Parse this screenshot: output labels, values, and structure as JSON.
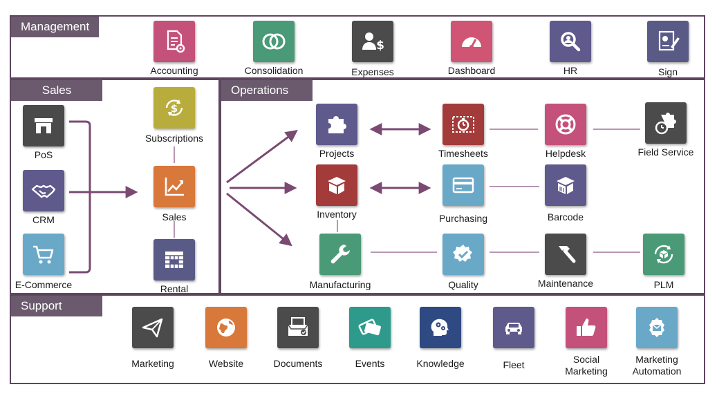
{
  "sections": {
    "management": "Management",
    "sales": "Sales",
    "operations": "Operations",
    "support": "Support"
  },
  "apps": {
    "accounting": {
      "label": "Accounting",
      "color": "#c4517a",
      "icon": "document-gear-icon"
    },
    "consolidation": {
      "label": "Consolidation",
      "color": "#4a9a78",
      "icon": "overlap-circles-icon"
    },
    "expenses": {
      "label": "Expenses",
      "color": "#4b4b4b",
      "icon": "person-dollar-icon"
    },
    "dashboard": {
      "label": "Dashboard",
      "color": "#d05574",
      "icon": "gauge-icon"
    },
    "hr": {
      "label": "HR",
      "color": "#5f5a8c",
      "icon": "magnifier-icon"
    },
    "sign": {
      "label": "Sign",
      "color": "#5a5a86",
      "icon": "signature-icon"
    },
    "pos": {
      "label": "PoS",
      "color": "#4a4a4a",
      "icon": "shop-icon"
    },
    "crm": {
      "label": "CRM",
      "color": "#5f5a8c",
      "icon": "handshake-icon"
    },
    "ecommerce": {
      "label": "E-Commerce",
      "color": "#6aa8c8",
      "icon": "cart-icon"
    },
    "subscriptions": {
      "label": "Subscriptions",
      "color": "#b8ad3c",
      "icon": "dollar-cycle-icon"
    },
    "sales": {
      "label": "Sales",
      "color": "#d8783a",
      "icon": "chart-up-icon"
    },
    "rental": {
      "label": "Rental",
      "color": "#5a5a86",
      "icon": "calendar-grid-icon"
    },
    "projects": {
      "label": "Projects",
      "color": "#5f5a8c",
      "icon": "puzzle-icon"
    },
    "timesheets": {
      "label": "Timesheets",
      "color": "#a33b3b",
      "icon": "timer-icon"
    },
    "helpdesk": {
      "label": "Helpdesk",
      "color": "#c4517a",
      "icon": "lifebuoy-icon"
    },
    "fieldservice": {
      "label": "Field Service",
      "color": "#4b4b4b",
      "icon": "puzzle-clock-icon"
    },
    "inventory": {
      "label": "Inventory",
      "color": "#a33b3b",
      "icon": "box-icon"
    },
    "purchasing": {
      "label": "Purchasing",
      "color": "#6aa8c8",
      "icon": "credit-card-icon"
    },
    "barcode": {
      "label": "Barcode",
      "color": "#5f5a8c",
      "icon": "barcode-box-icon"
    },
    "manufacturing": {
      "label": "Manufacturing",
      "color": "#4a9a78",
      "icon": "wrench-icon"
    },
    "quality": {
      "label": "Quality",
      "color": "#6aa8c8",
      "icon": "quality-badge-icon"
    },
    "maintenance": {
      "label": "Maintenance",
      "color": "#4b4b4b",
      "icon": "hammer-icon"
    },
    "plm": {
      "label": "PLM",
      "color": "#4a9a78",
      "icon": "cycle-box-icon"
    },
    "marketing": {
      "label": "Marketing",
      "color": "#4b4b4b",
      "icon": "paper-plane-icon"
    },
    "website": {
      "label": "Website",
      "color": "#d8783a",
      "icon": "globe-icon"
    },
    "documents": {
      "label": "Documents",
      "color": "#4b4b4b",
      "icon": "file-box-icon"
    },
    "events": {
      "label": "Events",
      "color": "#2e9a8c",
      "icon": "tickets-icon"
    },
    "knowledge": {
      "label": "Knowledge",
      "color": "#2f4a82",
      "icon": "head-gears-icon"
    },
    "fleet": {
      "label": "Fleet",
      "color": "#5f5a8c",
      "icon": "car-icon"
    },
    "social": {
      "label_line1": "Social",
      "label_line2": "Marketing",
      "color": "#c4517a",
      "icon": "thumbs-up-icon"
    },
    "automation": {
      "label_line1": "Marketing",
      "label_line2": "Automation",
      "color": "#6aa8c8",
      "icon": "gear-envelope-icon"
    }
  },
  "colors": {
    "frame": "#5e4660",
    "arrow": "#7a4a72",
    "connector": "#b896b4",
    "section_fill": "#6b5a6e"
  }
}
